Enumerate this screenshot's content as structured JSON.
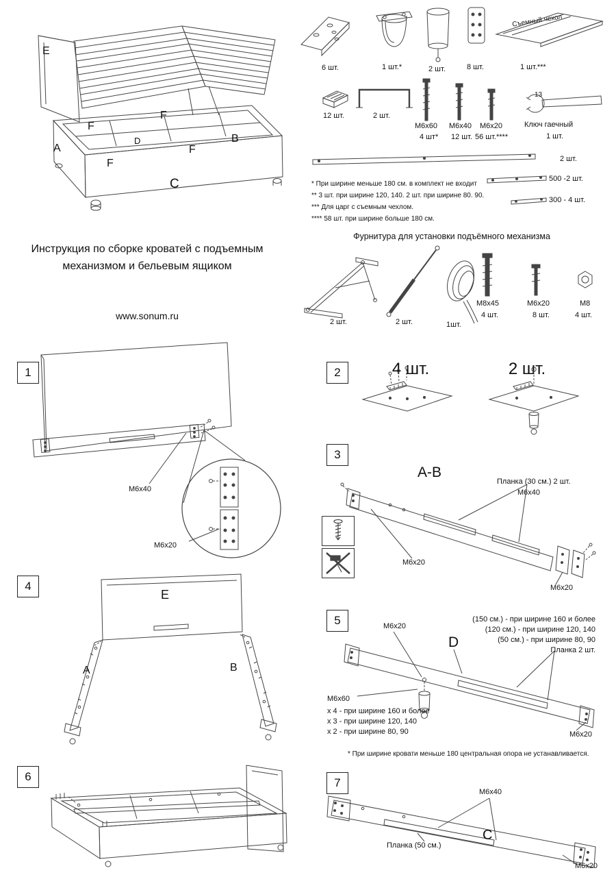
{
  "doc": {
    "title_line1": "Инструкция по сборке кроватей с подъемным",
    "title_line2": "механизмом и бельевым ящиком",
    "website": "www.sonum.ru"
  },
  "overview": {
    "E": "E",
    "A": "A",
    "B": "B",
    "C": "C",
    "D": "D",
    "F": "F"
  },
  "parts": {
    "row1": [
      {
        "qty": "6 шт."
      },
      {
        "qty": "1 шт.*"
      },
      {
        "qty": "2 шт."
      },
      {
        "qty": "8 шт."
      },
      {
        "label": "Съемный чехол",
        "qty": "1 шт.***"
      }
    ],
    "row2": [
      {
        "qty": "12 шт."
      },
      {
        "qty": "2 шт."
      },
      {
        "name": "М6х60",
        "qty": "4 шт*"
      },
      {
        "name": "М6х40",
        "qty": "12 шт."
      },
      {
        "name": "М6х20",
        "qty": "56 шт.****"
      },
      {
        "name": "Ключ гаечный",
        "qty": "1 шт.",
        "size": "13"
      }
    ],
    "bar1_qty": "2 шт.",
    "bar2_qty": "500 -2 шт.",
    "bar3_qty": "300 - 4 шт.",
    "footnotes": [
      "* При ширине меньше 180 см. в комплект не входит",
      "** 3 шт. при ширине  120, 140. 2 шт. при ширине 80. 90.",
      "*** Для царг с съемным чехлом.",
      "**** 58 шт. при ширине больше 180 см."
    ]
  },
  "mechanism": {
    "title": "Фурнитура для установки подъёмного механизма",
    "items": [
      {
        "qty": "2 шт."
      },
      {
        "qty": "2 шт."
      },
      {
        "qty": "1шт."
      },
      {
        "name": "М8х45",
        "qty": "4 шт."
      },
      {
        "name": "М6х20",
        "qty": "8 шт."
      },
      {
        "name": "М8",
        "qty": "4 шт."
      }
    ]
  },
  "steps": {
    "s1": {
      "num": "1",
      "m640": "М6х40",
      "m620": "М6х20"
    },
    "s2": {
      "num": "2",
      "left_qty": "4 шт.",
      "right_qty": "2 шт."
    },
    "s3": {
      "num": "3",
      "title": "А-В",
      "plank": "Планка (30 см.)  2 шт.",
      "m640": "М6х40",
      "m620_left": "М6х20",
      "m620_right": "М6х20"
    },
    "s4": {
      "num": "4",
      "E": "E",
      "A": "A",
      "B": "B"
    },
    "s5": {
      "num": "5",
      "line1": "(150 см.) - при ширине 160 и более",
      "line2": "(120 см.) - при ширине 120, 140",
      "line3": "(50 см.) - при ширине 80, 90",
      "line4": "Планка 2 шт.",
      "m620_top": "М6х20",
      "D": "D",
      "m660": "М6х60",
      "w1": "х 4 - при ширине 160 и более",
      "w2": "х 3 - при ширине 120, 140",
      "w3": "х 2 - при ширине 80, 90",
      "m620_bottom": "М6х20",
      "footnote": "* При ширине кровати меньше 180 центральная опора не устанавливается."
    },
    "s6": {
      "num": "6"
    },
    "s7": {
      "num": "7",
      "m640": "М6х40",
      "plank": "Планка (50 см.)",
      "C": "С",
      "m620": "М6х20"
    }
  }
}
